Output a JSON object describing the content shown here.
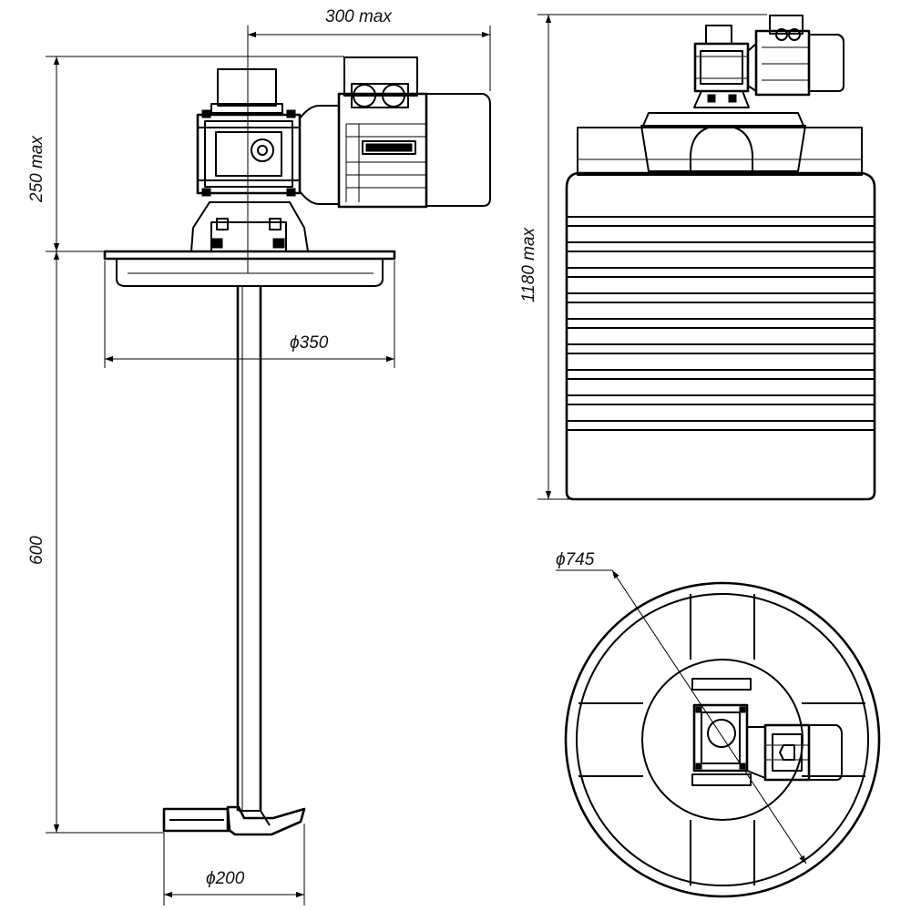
{
  "drawing": {
    "dimensions": {
      "motor_width": "300 max",
      "drive_height": "250 max",
      "disc_diameter": "ϕ350",
      "shaft_length": "600",
      "impeller_diameter": "ϕ200",
      "tank_height": "1180 max",
      "tank_diameter": "ϕ745"
    },
    "views": [
      "mixer-front-view",
      "tank-side-view",
      "tank-top-view"
    ]
  }
}
